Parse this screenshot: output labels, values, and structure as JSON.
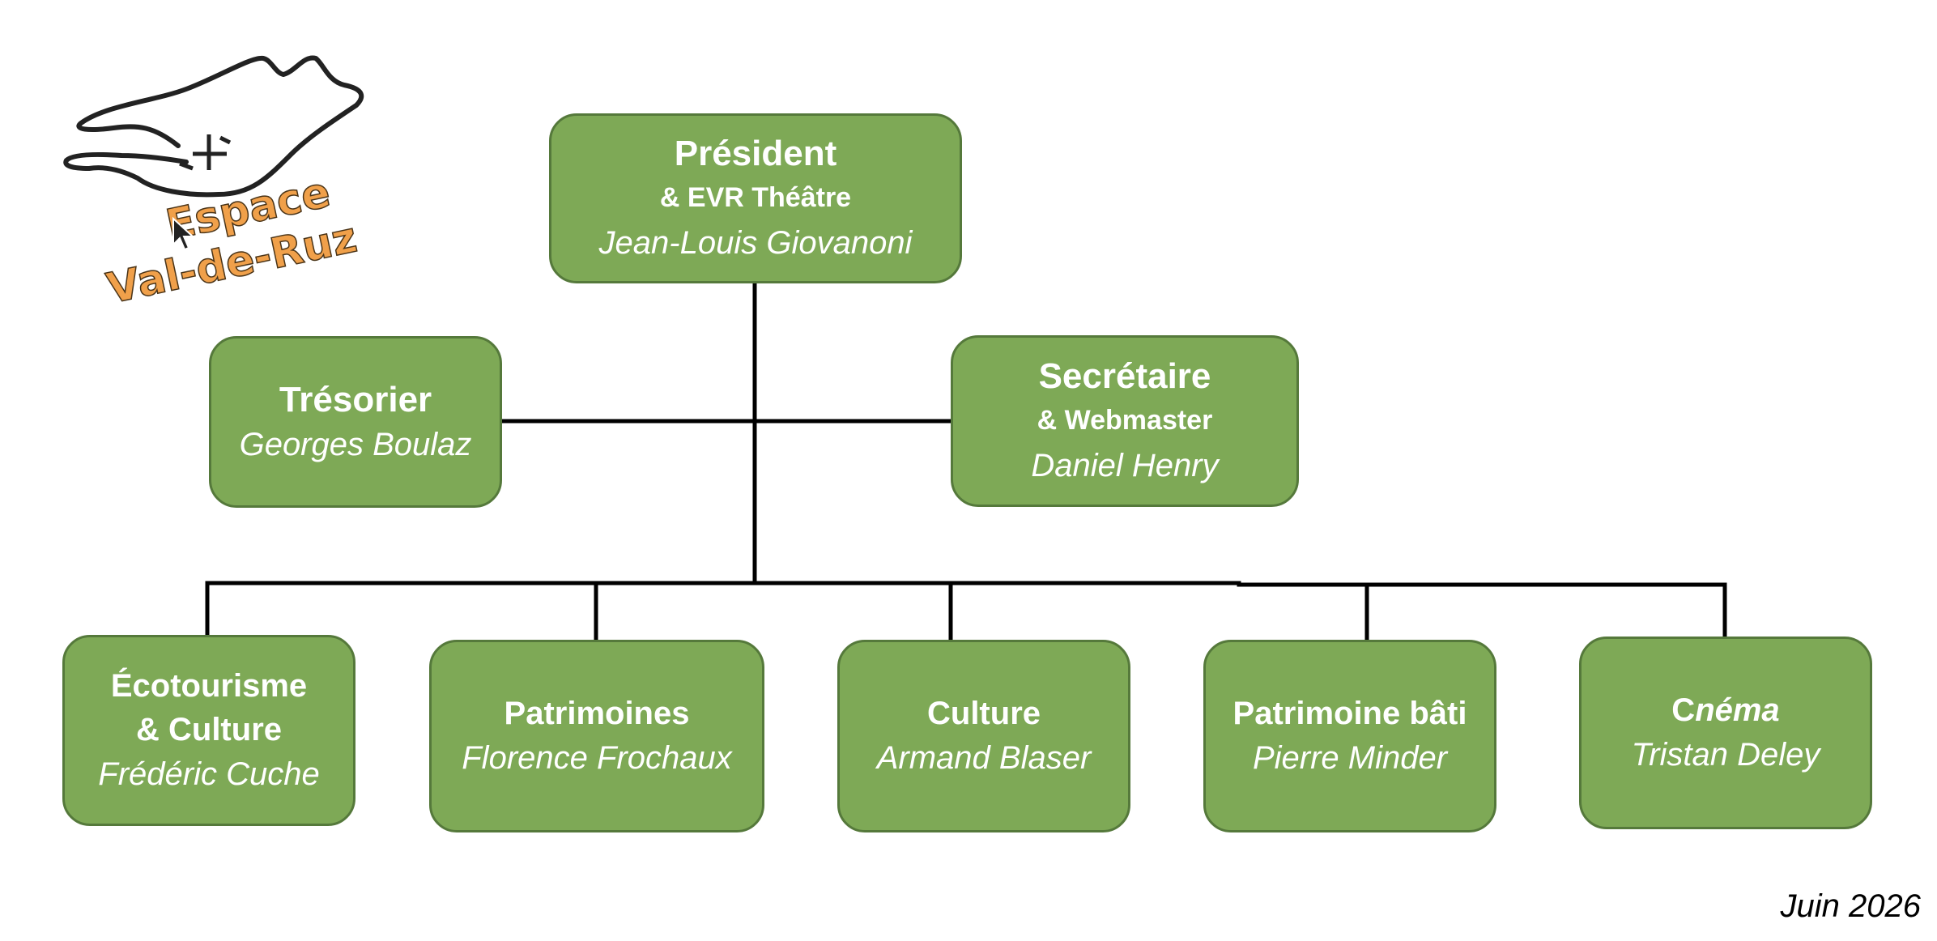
{
  "colors": {
    "box_fill": "#7ea956",
    "box_border": "#55793b",
    "box_text": "#ffffff",
    "connector": "#000000",
    "logo_text": "#f0a04a",
    "logo_outline": "#222222"
  },
  "logo": {
    "line1": "Espace",
    "line2": "Val-de-Ruz",
    "icon": "mountain-landscape-icon"
  },
  "president": {
    "role": "Président",
    "extra": "& EVR Théâtre",
    "name": "Jean-Louis Giovanoni"
  },
  "tresorier": {
    "role": "Trésorier",
    "name": "Georges Boulaz"
  },
  "secretaire": {
    "role": "Secrétaire",
    "extra": "& Webmaster",
    "name": "Daniel Henry"
  },
  "ecotourisme": {
    "role_line1": "Écotourisme",
    "role_line2": "& Culture",
    "name": "Frédéric Cuche"
  },
  "patrimoines": {
    "role": "Patrimoines",
    "name": "Florence Frochaux"
  },
  "culture": {
    "role": "Culture",
    "name": "Armand Blaser"
  },
  "patrimoine_bati": {
    "role": "Patrimoine bâti",
    "name": "Pierre Minder"
  },
  "cinema": {
    "role_prefix": "C",
    "role_rest": "néma",
    "name": "Tristan Deley"
  },
  "date": "Juin 2026"
}
